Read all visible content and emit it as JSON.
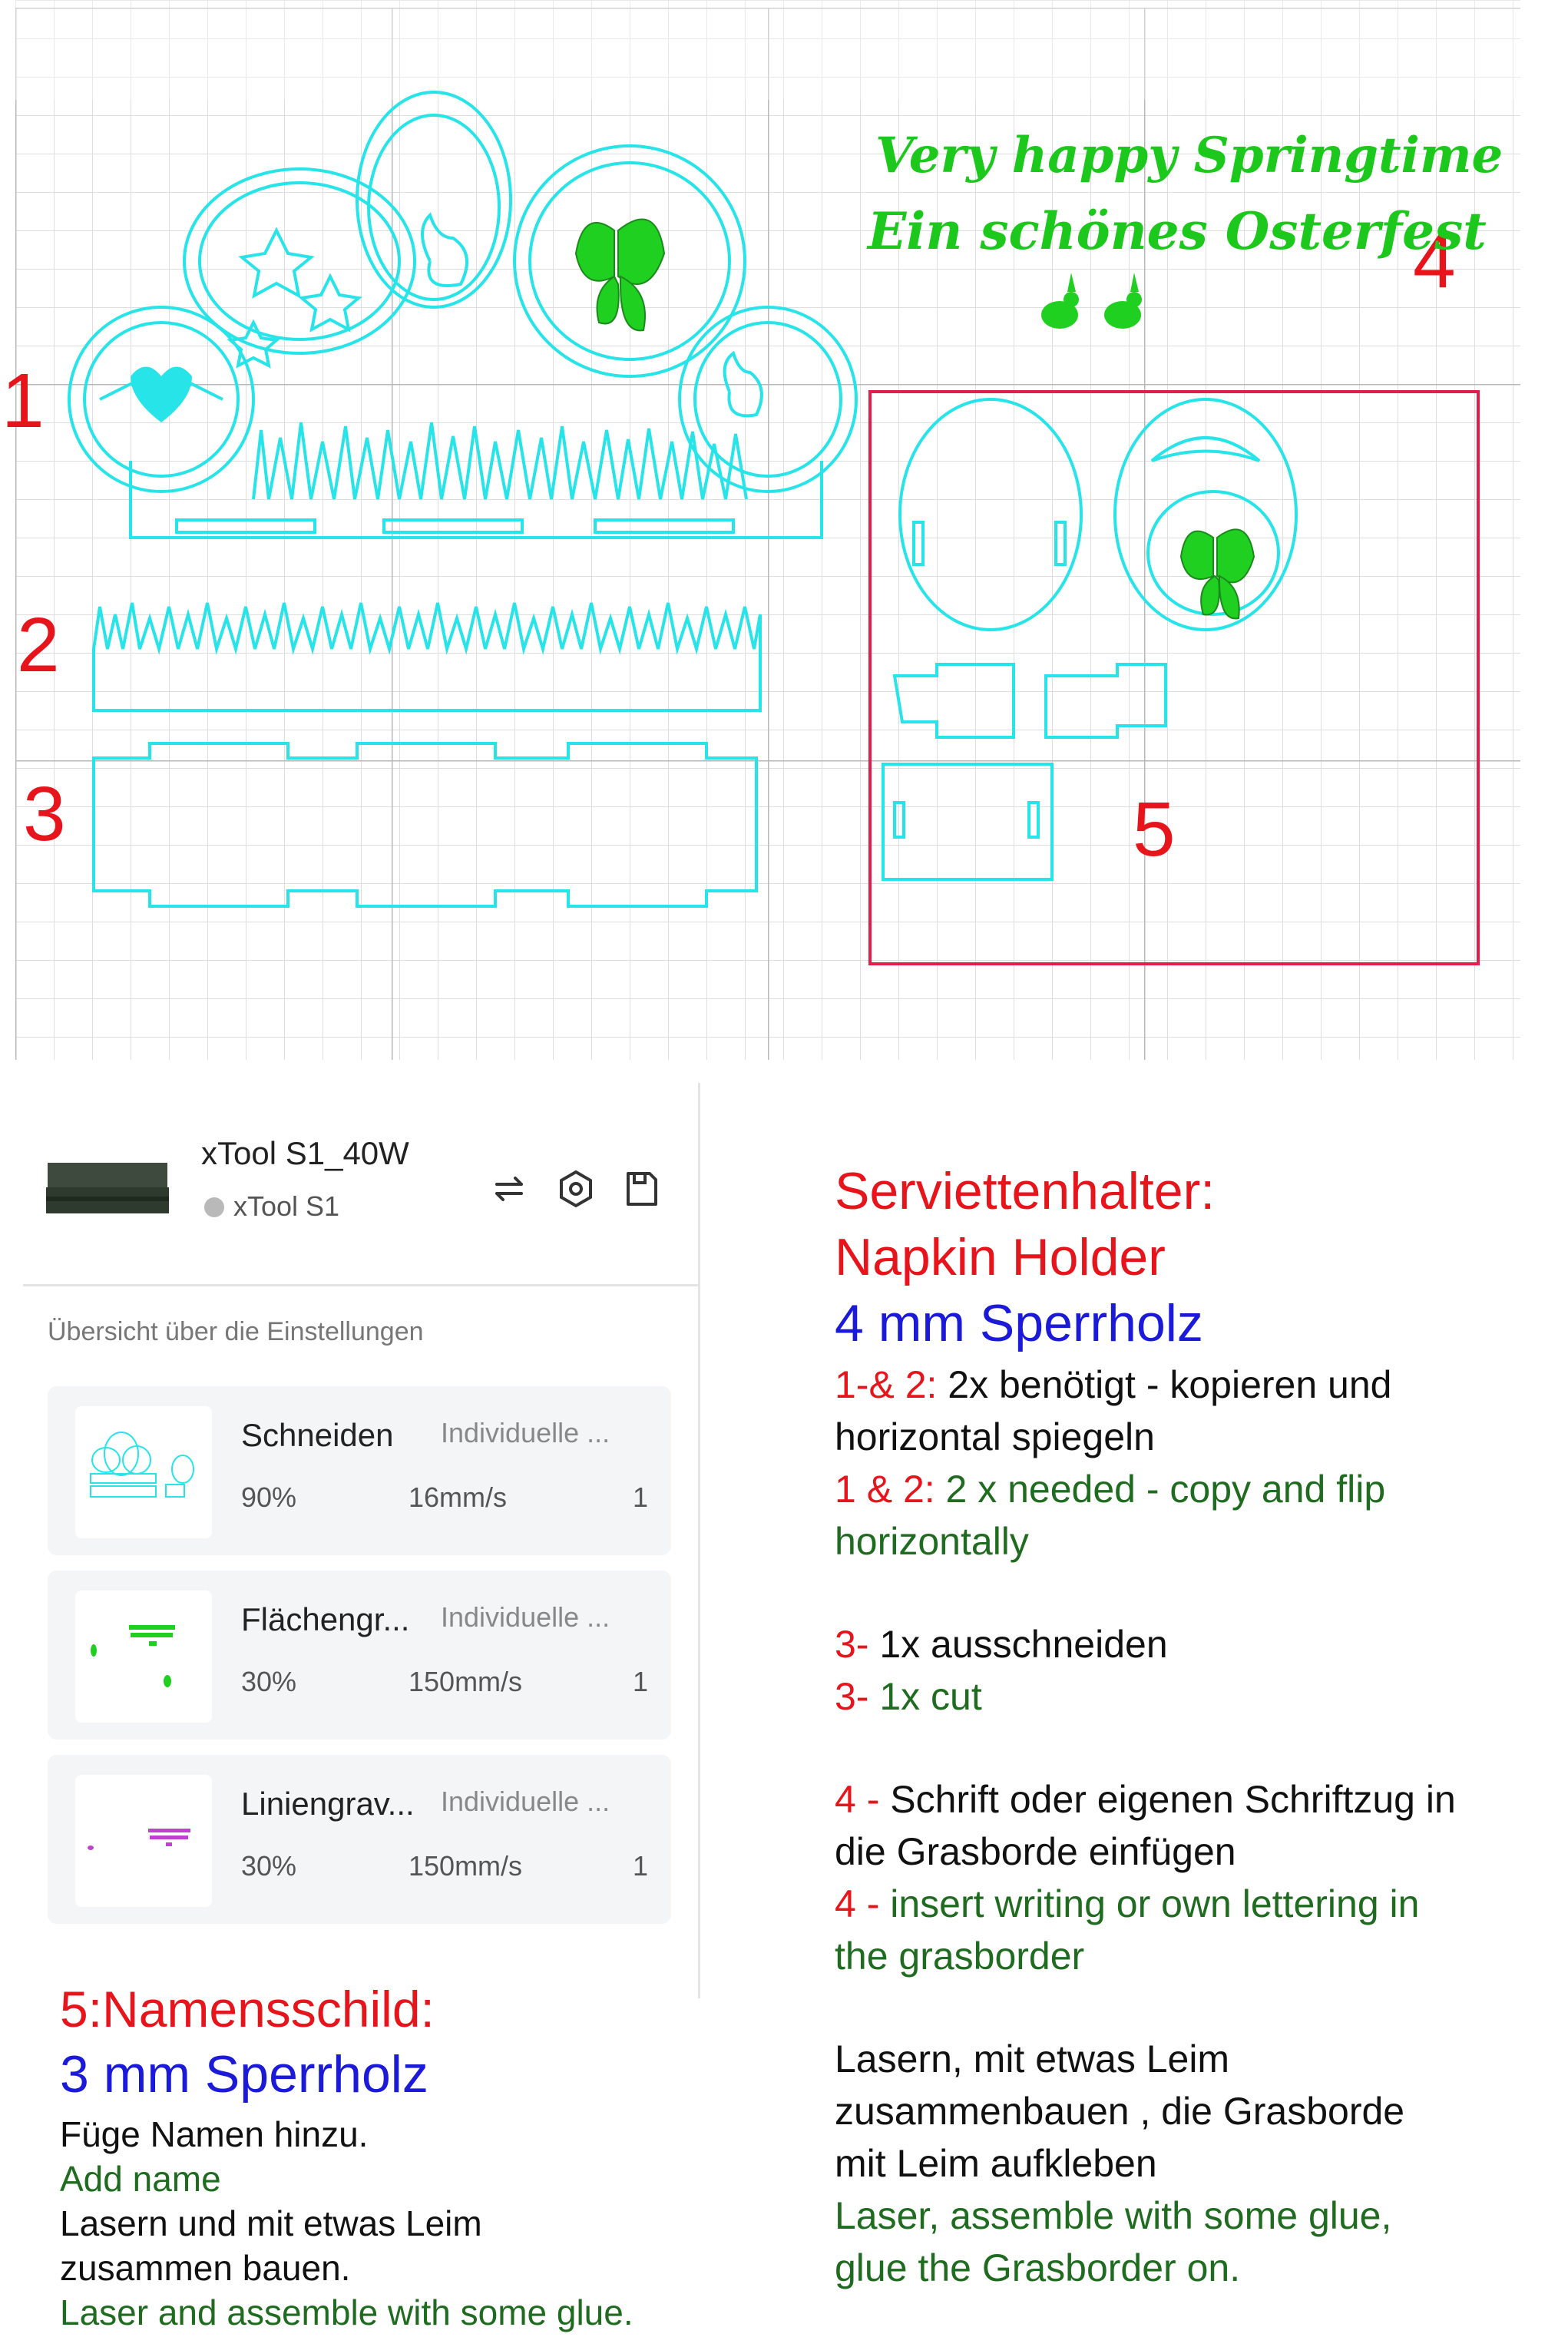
{
  "canvas": {
    "labels": [
      "1",
      "2",
      "3",
      "4",
      "5"
    ],
    "script_line1": "Very happy Springtime",
    "script_line2": "Ein schönes Osterfest",
    "colors": {
      "cut": "#27e4e9",
      "engrave": "#20d020",
      "line_engrave": "#9c27b0",
      "frame": "#e0204a",
      "grid": "#d9d9d9"
    }
  },
  "panel": {
    "device_name": "xTool S1_40W",
    "device_model": "xTool S1",
    "icons": [
      "swap-icon",
      "settings-hexagon-icon",
      "save-icon"
    ],
    "overview_title": "Übersicht über die Einstellungen",
    "layers": [
      {
        "name": "Schneiden",
        "mode": "Individuelle ...",
        "power": "90%",
        "speed": "16mm/s",
        "passes": "1"
      },
      {
        "name": "Flächengr...",
        "mode": "Individuelle ...",
        "power": "30%",
        "speed": "150mm/s",
        "passes": "1"
      },
      {
        "name": "Liniengrav...",
        "mode": "Individuelle ...",
        "power": "30%",
        "speed": "150mm/s",
        "passes": "1"
      }
    ]
  },
  "info_left": {
    "title": "5:Namensschild:",
    "material": "3 mm Sperrholz",
    "line1": "Füge Namen hinzu.",
    "line2": "Add name",
    "line3": "Lasern und mit etwas Leim",
    "line4": "zusammen bauen.",
    "line5": "Laser and assemble with some glue."
  },
  "info_right": {
    "title_de": "Serviettenhalter:",
    "title_en": "Napkin Holder",
    "material": "4 mm Sperrholz",
    "s1_prefix": "1-& 2:",
    "s1_text": " 2x benötigt - kopieren und",
    "s1_text2": "horizontal spiegeln",
    "s2_prefix": "1 & 2:",
    "s2_text": " 2 x needed - copy and flip",
    "s2_text2": "horizontally",
    "s3_prefix": "3-",
    "s3_text": " 1x ausschneiden",
    "s4_prefix": "3-",
    "s4_text": " 1x cut",
    "s5_prefix": "4 -",
    "s5_text": " Schrift oder eigenen Schriftzug in",
    "s5_text2": "die Grasborde einfügen",
    "s6_prefix": "4 -",
    "s6_text": " insert writing or own lettering in",
    "s6_text2": "the grasborder",
    "s7_line1": "Lasern, mit etwas Leim",
    "s7_line2": "zusammenbauen , die Grasborde",
    "s7_line3": "mit Leim aufkleben",
    "s8_line1": "Laser, assemble with some glue,",
    "s8_line2": "glue the Grasborder on."
  }
}
